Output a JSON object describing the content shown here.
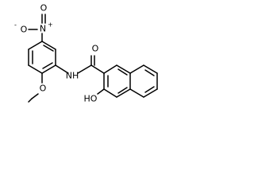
{
  "molecule": {
    "labels": {
      "nitro_o_top": "O",
      "nitro_n": "N",
      "nitro_plus": "+",
      "nitro_o_left": "O",
      "nitro_minus": "-",
      "carbonyl_o": "O",
      "amide_nh": "NH",
      "ether_o": "O",
      "hydroxyl": "HO"
    }
  }
}
